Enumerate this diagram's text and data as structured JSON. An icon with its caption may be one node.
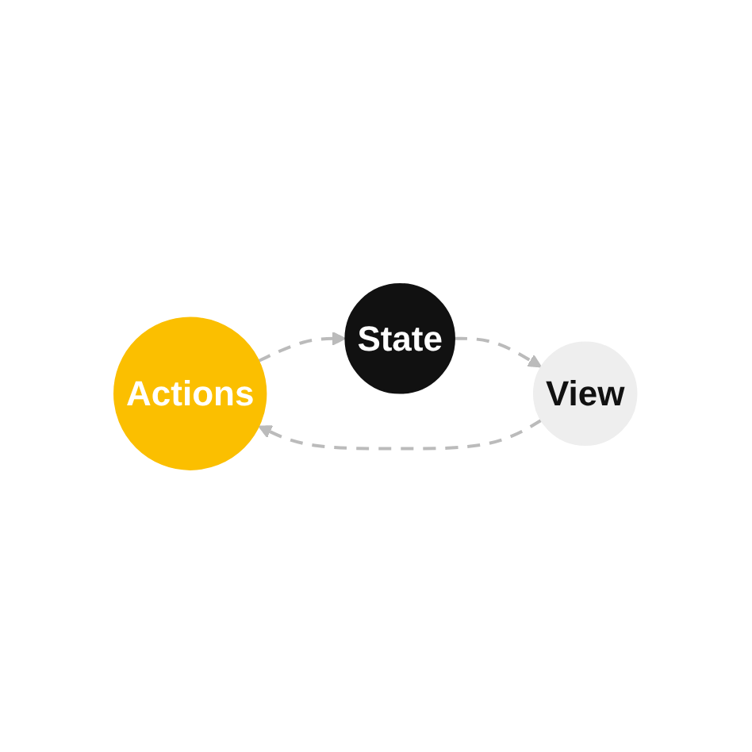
{
  "diagram": {
    "nodes": [
      {
        "text": [
          "Actions"
        ]
      },
      {
        "text": [
          "View"
        ]
      },
      {
        "text": [
          "State"
        ]
      }
    ],
    "edges": [
      {
        "from": 1,
        "to": 0,
        "arrow": "to",
        "style": "dashed"
      },
      {
        "from": 0,
        "to": 2,
        "arrow": "to",
        "style": "dashed"
      },
      {
        "from": 2,
        "to": 1,
        "arrow": "to",
        "style": "dashed"
      }
    ]
  }
}
